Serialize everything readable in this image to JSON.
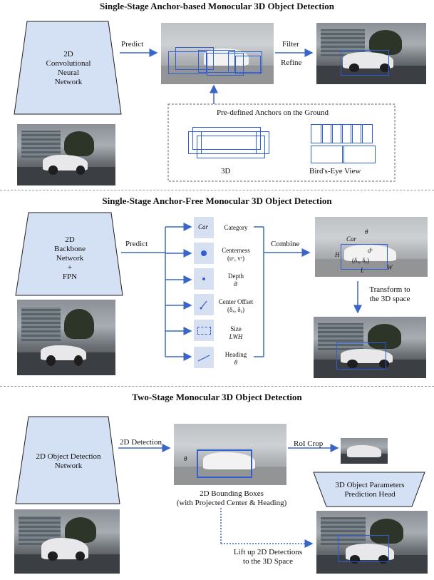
{
  "sections": {
    "anchor_based": {
      "title": "Single-Stage Anchor-based Monocular 3D Object Detection",
      "network": [
        "2D",
        "Convolutional",
        "Neural",
        "Network"
      ],
      "predict": "Predict",
      "filter": "Filter",
      "refine": "Refine",
      "anchors_title": "Pre-defined Anchors on the Ground",
      "anchor_3d": "3D",
      "anchor_bev": "Bird's-Eye View"
    },
    "anchor_free": {
      "title": "Single-Stage Anchor-Free Monocular 3D Object Detection",
      "network": [
        "2D",
        "Backbone",
        "Network",
        "+",
        "FPN"
      ],
      "predict": "Predict",
      "combine": "Combine",
      "transform": [
        "Transform to",
        "the 3D space"
      ],
      "heads": [
        {
          "name": "Category",
          "sub": "",
          "glyph": "Car"
        },
        {
          "name": "Centerness",
          "sub": "(uᶜ, vᶜ)",
          "glyph": ""
        },
        {
          "name": "Depth",
          "sub": "dᶜ",
          "glyph": ""
        },
        {
          "name": "Center Offset",
          "sub": "(δₓ, δᵧ)",
          "glyph": ""
        },
        {
          "name": "Size",
          "sub": "LWH",
          "glyph": ""
        },
        {
          "name": "Heading",
          "sub": "θ",
          "glyph": ""
        }
      ],
      "annot": {
        "car": "Car",
        "theta": "θ",
        "dc": "dᶜ",
        "offset": "(δₓ, δᵧ)",
        "H": "H",
        "L": "L",
        "W": "W"
      }
    },
    "two_stage": {
      "title": "Two-Stage Monocular 3D Object Detection",
      "network": [
        "2D Object Detection",
        "Network"
      ],
      "detection": "2D Detection",
      "roi": "RoI Crop",
      "bbox_caption": [
        "2D Bounding Boxes",
        "(with Projected Center & Heading)"
      ],
      "head": [
        "3D Object Parameters",
        "Prediction Head"
      ],
      "lift": [
        "Lift up 2D Detections",
        "to the 3D Space"
      ],
      "theta": "θ"
    }
  },
  "colors": {
    "accent": "#3a66c9",
    "trapezoid_fill": "#d4e0f3",
    "box_blue": "#2f5fd6"
  }
}
